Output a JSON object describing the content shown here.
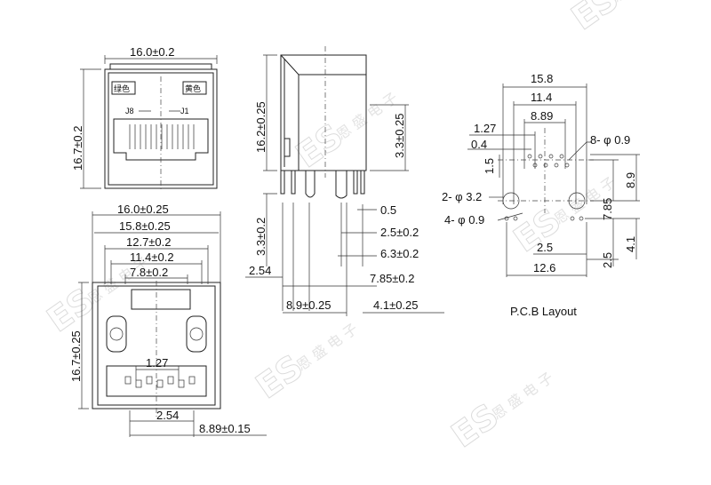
{
  "front_view": {
    "width_top": "16.0±0.2",
    "height": "16.7±0.2",
    "led_left": "绿色",
    "led_right": "黄色",
    "label_left": "J8",
    "label_right": "J1"
  },
  "bottom_view": {
    "width_outer": "16.0±0.25",
    "width_2": "15.8±0.25",
    "width_3": "12.7±0.2",
    "width_4": "11.4±0.2",
    "width_5": "7.8±0.2",
    "height": "16.7±0.25",
    "pin_pitch": "1.27",
    "pitch_2": "2.54",
    "pitch_3": "8.89±0.15"
  },
  "side_view": {
    "height": "16.2±0.25",
    "upper": "3.3±0.25",
    "lower": "3.3±0.2",
    "d_05": "0.5",
    "d_25": "2.5±0.2",
    "d_63": "6.3±0.2",
    "d_254": "2.54",
    "d_785": "7.85±0.2",
    "d_89": "8.9±0.25",
    "d_41": "4.1±0.25"
  },
  "pcb_layout": {
    "title": "P.C.B Layout",
    "w_158": "15.8",
    "w_114": "11.4",
    "w_889": "8.89",
    "w_127": "1.27",
    "w_04": "0.4",
    "h_15": "1.5",
    "hole_small": "8- φ 0.9",
    "hole_mount": "2- φ 3.2",
    "hole_led": "4- φ 0.9",
    "h_785": "7.85",
    "h_89": "8.9",
    "w_25": "2.5",
    "h_25": "2.5",
    "h_41": "4.1",
    "w_126": "12.6"
  },
  "watermark": {
    "logo": "ES",
    "text": "恩 盛 电 子"
  }
}
